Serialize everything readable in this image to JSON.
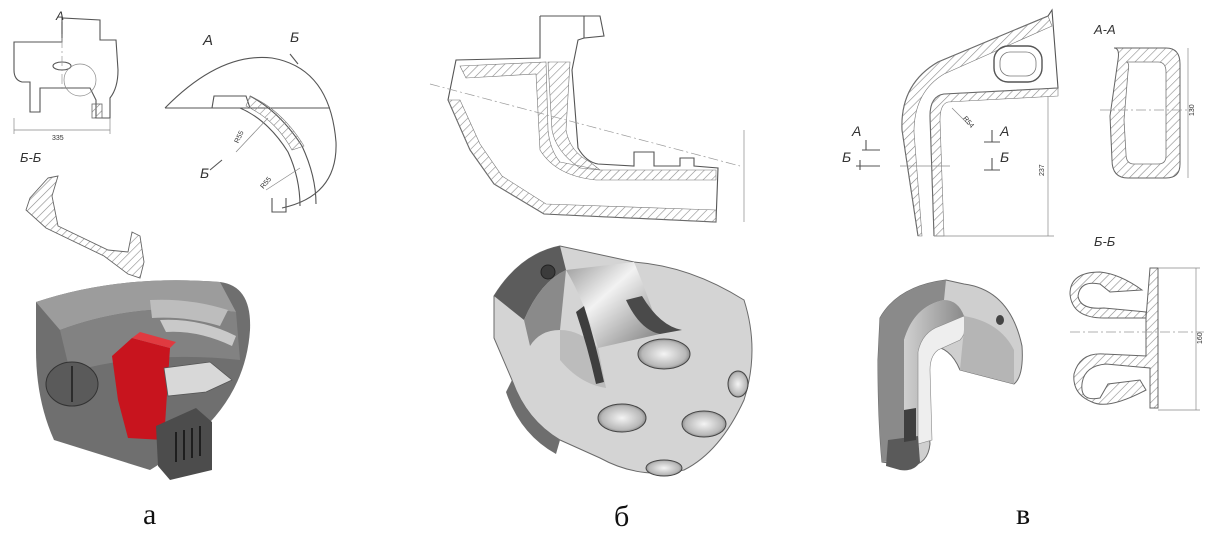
{
  "panels": {
    "a": {
      "caption": "а",
      "labels": {
        "view_a_top": "А",
        "view_a_detail": "А",
        "section_b_mark": "Б",
        "section_b_mark2": "Б",
        "section_bb": "Б-Б"
      },
      "dims": {
        "width": "335",
        "d1": "R55",
        "d2": "R55"
      }
    },
    "b": {
      "caption": "б"
    },
    "v": {
      "caption": "в",
      "labels": {
        "aa": "А-А",
        "bb": "Б-Б",
        "a_left": "А",
        "b_left": "Б",
        "a_mid": "А",
        "b_mid": "Б"
      },
      "dims": {
        "h1": "237",
        "r": "R54",
        "w_aa": "130",
        "h_bb": "160"
      }
    }
  },
  "colors": {
    "hatch": "#888888",
    "red_part": "#c8141e",
    "grey_body": "#6a6a6a",
    "light_body": "#d8d8d8"
  }
}
